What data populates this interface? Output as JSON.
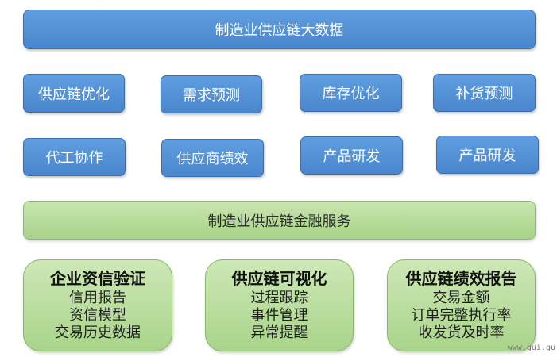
{
  "top_banner": "制造业供应链大数据",
  "modules_row1": [
    "供应链优化",
    "需求预测",
    "库存优化",
    "补货预测"
  ],
  "modules_row2": [
    "代工协作",
    "供应商绩效",
    "产品研发",
    "产品研发"
  ],
  "middle_banner": "制造业供应链金融服务",
  "cards": [
    {
      "title": "企业资信验证",
      "items": [
        "信用报告",
        "资信模型",
        "交易历史数据"
      ]
    },
    {
      "title": "供应链可视化",
      "items": [
        "过程跟踪",
        "事件管理",
        "异常提醒"
      ]
    },
    {
      "title": "供应链绩效报告",
      "items": [
        "交易金额",
        "订单完整执行率",
        "收发货及时率"
      ]
    }
  ],
  "watermark": "www.gui.gu",
  "colors": {
    "blue_fill": "#5b9bd5",
    "green_fill": "#b5dc9a",
    "text_dark": "#1f1f1f"
  }
}
